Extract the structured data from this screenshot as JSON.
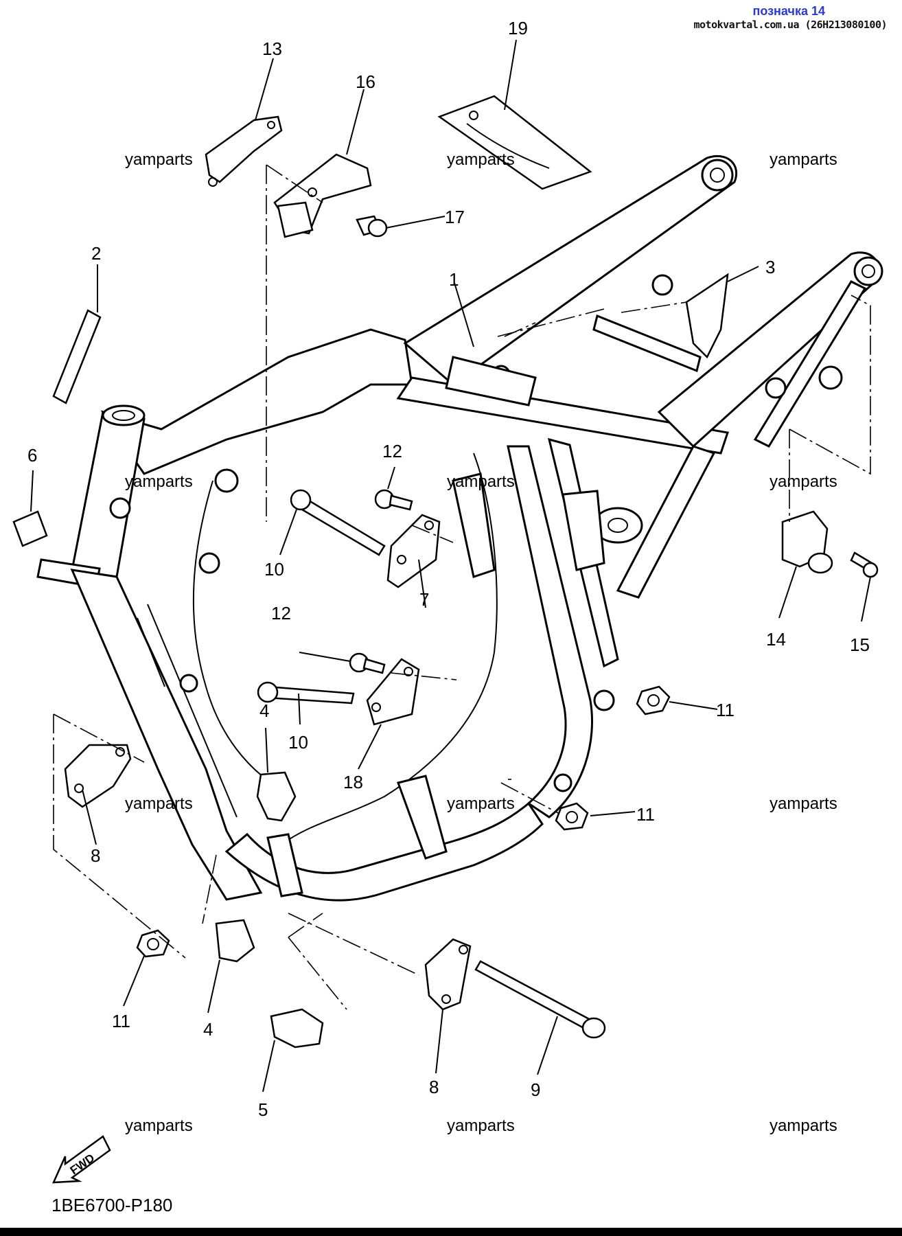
{
  "header": {
    "badge": "позначка 14",
    "site": "motokvartal.com.ua (26H213080100)"
  },
  "diagram_code": "1BE6700-P180",
  "fwd_label": "FWD",
  "watermarks": [
    {
      "text": "yamparts"
    },
    {
      "text": "yamparts"
    },
    {
      "text": "yamparts"
    },
    {
      "text": "yamparts"
    },
    {
      "text": "yamparts"
    },
    {
      "text": "yamparts"
    },
    {
      "text": "yamparts"
    },
    {
      "text": "yamparts"
    },
    {
      "text": "yamparts"
    },
    {
      "text": "yamparts"
    },
    {
      "text": "yamparts"
    },
    {
      "text": "yamparts"
    }
  ],
  "callouts": [
    {
      "label": "19"
    },
    {
      "label": "13"
    },
    {
      "label": "16"
    },
    {
      "label": "17"
    },
    {
      "label": "2"
    },
    {
      "label": "1"
    },
    {
      "label": "3"
    },
    {
      "label": "6"
    },
    {
      "label": "12"
    },
    {
      "label": "10"
    },
    {
      "label": "7"
    },
    {
      "label": "12"
    },
    {
      "label": "10"
    },
    {
      "label": "14"
    },
    {
      "label": "15"
    },
    {
      "label": "11"
    },
    {
      "label": "4"
    },
    {
      "label": "18"
    },
    {
      "label": "11"
    },
    {
      "label": "8"
    },
    {
      "label": "11"
    },
    {
      "label": "4"
    },
    {
      "label": "8"
    },
    {
      "label": "9"
    },
    {
      "label": "5"
    }
  ]
}
